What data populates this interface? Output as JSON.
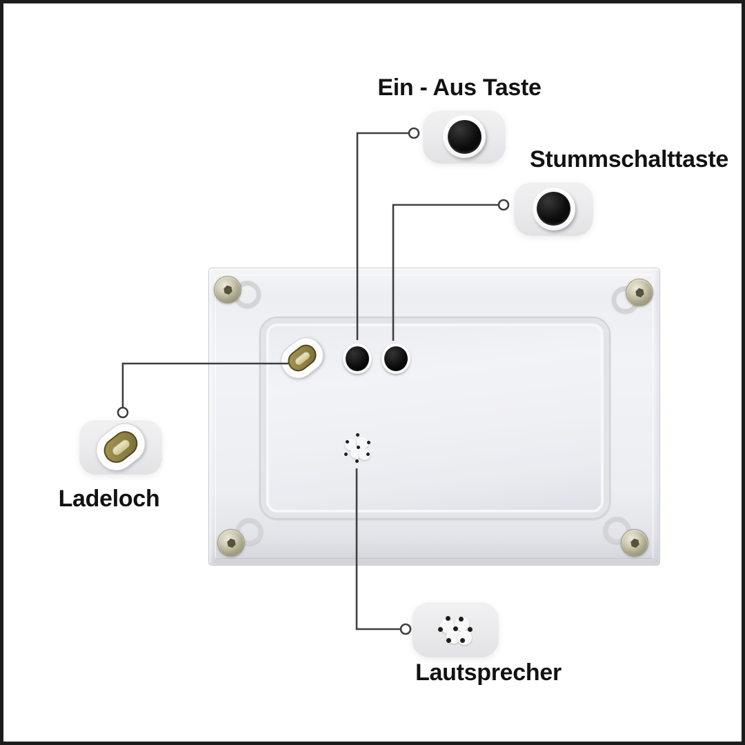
{
  "callouts": {
    "power": {
      "label": "Ein - Aus Taste",
      "icon": "power-button-icon"
    },
    "mute": {
      "label": "Stummschalttaste",
      "icon": "mute-button-icon"
    },
    "charging": {
      "label": "Ladeloch",
      "icon": "charging-port-icon"
    },
    "speaker": {
      "label": "Lautsprecher",
      "icon": "speaker-grille-icon"
    }
  },
  "device": {
    "type": "acrylic video frame, back view",
    "parts": [
      "corner-screw",
      "charging-port",
      "power-button",
      "mute-button",
      "speaker-grille"
    ]
  },
  "colors": {
    "page_bg": "#ffffff",
    "page_border": "#1c1c1c",
    "label_text": "#121212",
    "callout_line": "#3f3f3f",
    "callout_box": "#ececee",
    "button_black": "#0d0d0d",
    "port_gold": "#8e8142",
    "screw_metal": "#a8a489"
  }
}
